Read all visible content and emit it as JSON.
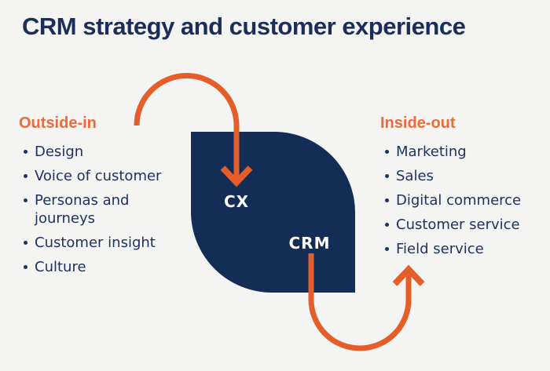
{
  "title": "CRM strategy and customer experience",
  "outside_in": {
    "heading": "Outside-in",
    "items": [
      "Design",
      "Voice of customer",
      "Personas and journeys",
      "Customer insight",
      "Culture"
    ]
  },
  "inside_out": {
    "heading": "Inside-out",
    "items": [
      "Marketing",
      "Sales",
      "Digital commerce",
      "Customer service",
      "Field service"
    ]
  },
  "diagram": {
    "cx_label": "CX",
    "crm_label": "CRM",
    "arrows": [
      {
        "name": "arrow-down-into-cx",
        "direction": "down"
      },
      {
        "name": "arrow-up-from-crm",
        "direction": "up"
      }
    ]
  },
  "colors": {
    "background": "#f4f4f2",
    "shape_navy": "#142d57",
    "text_navy": "#1e3261",
    "title_navy": "#1b2e5b",
    "arrow_orange": "#e55d29",
    "heading_orange": "#ed6a3a",
    "label_white": "#ffffff"
  }
}
